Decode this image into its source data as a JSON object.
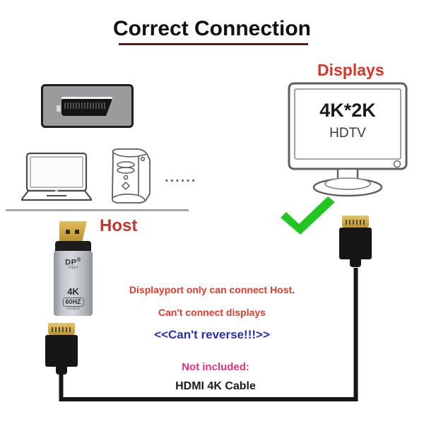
{
  "title": "Correct Connection",
  "labels": {
    "displays": "Displays",
    "host": "Host",
    "dots": "......"
  },
  "monitor": {
    "resolution": "4K*2K",
    "type": "HDTV"
  },
  "adapter": {
    "input_port": "DP",
    "input_superscript": "®",
    "input_caption": "Input",
    "output_resolution": "4K",
    "output_refresh": "60HZ",
    "output_caption": "Output"
  },
  "notes": {
    "line1_text": "Displayport only can connect Host",
    "line1_dot": ".",
    "line2": "Can't connect displays",
    "line3": "<<Can't reverse!!!>>",
    "not_included_label": "Not included:",
    "not_included_item": "HDMI 4K Cable"
  },
  "icons": {
    "check": "green-check-icon",
    "laptop": "laptop-icon",
    "tower": "desktop-tower-icon",
    "monitor": "monitor-icon",
    "dp_port": "displayport-port-icon"
  },
  "colors": {
    "title": "#111111",
    "rule": "#5a1b1b",
    "displays_label": "#d8352a",
    "host_label": "#c0372c",
    "warning_red": "#e03a2f",
    "warning_blue": "#2a2fb0",
    "not_included_pink": "#e8327f",
    "check_green": "#22c522",
    "adapter_body": "#c3c7cb",
    "connector_gold": "#cfa93f",
    "cable_black": "#161616"
  }
}
